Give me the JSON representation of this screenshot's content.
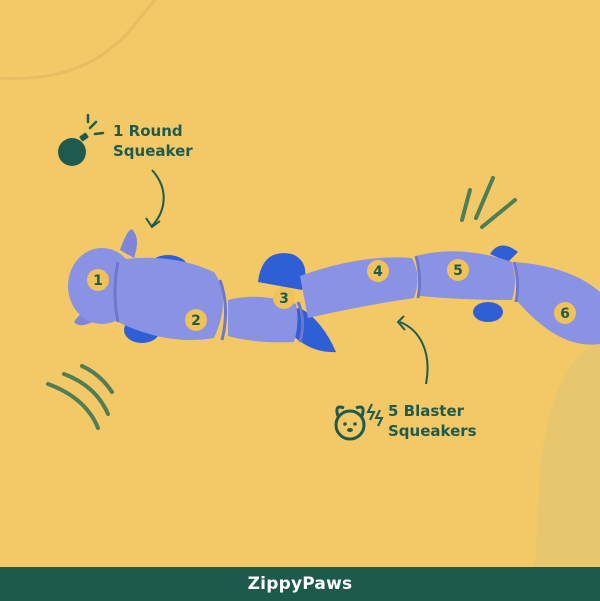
{
  "callouts": {
    "round": {
      "line1": "1 Round",
      "line2": "Squeaker"
    },
    "blaster": {
      "line1": "5 Blaster",
      "line2": "Squeakers"
    }
  },
  "squeaker_numbers": [
    "1",
    "2",
    "3",
    "4",
    "5",
    "6"
  ],
  "footer": {
    "brand": "ZippyPaws"
  },
  "colors": {
    "background": "#f3c866",
    "accent_dark_green": "#1e5b4e",
    "toy_body": "#8a92e3",
    "toy_fins": "#2f5fd6",
    "badge": "#f2c25a",
    "footer": "#1d5a4b"
  },
  "icons": [
    "round-squeaker-icon",
    "blaster-squeaker-dog-icon",
    "curved-arrow-icon",
    "sound-wave-icon"
  ]
}
